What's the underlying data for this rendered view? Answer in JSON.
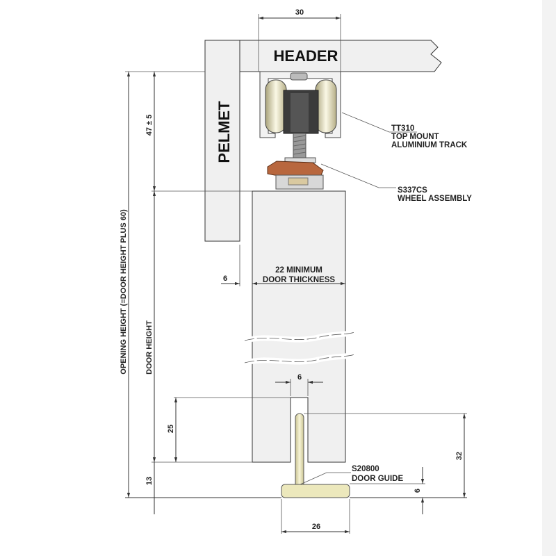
{
  "labels": {
    "header": "HEADER",
    "pelmet": "PELMET",
    "track_code": "TT310",
    "track_line1": "TOP MOUNT",
    "track_line2": "ALUMINIUM TRACK",
    "wheel_code": "S337CS",
    "wheel_line1": "WHEEL ASSEMBLY",
    "guide_code": "S20800",
    "guide_line1": "DOOR GUIDE",
    "door_thickness_line1": "22 MINIMUM",
    "door_thickness_line2": "DOOR THICKNESS",
    "door_height": "DOOR HEIGHT",
    "opening_height": "OPENING HEIGHT (=DOOR HEIGHT PLUS 60)"
  },
  "dimensions": {
    "track_width": "30",
    "track_gap": "47 ± 5",
    "pelmet_gap": "6",
    "guide_slot": "6",
    "slot_depth": "25",
    "floor_gap": "13",
    "guide_height": "32",
    "guide_base_height": "6",
    "guide_base_width": "26"
  },
  "colors": {
    "panel": "#f0f0f0",
    "wheel": "#e8e4c4",
    "bracket": "#b8673e",
    "guide": "#ece8bc"
  }
}
